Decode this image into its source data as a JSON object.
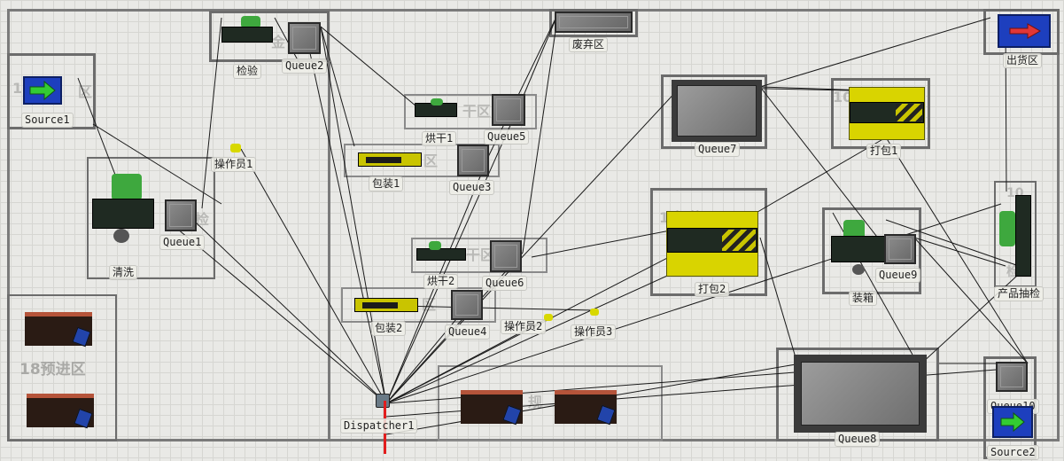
{
  "labels": {
    "source1": "Source1",
    "source2": "Source2",
    "inspect": "检验",
    "queue2": "Queue2",
    "discard": "废弃区",
    "ship": "出货区",
    "wash": "清洗",
    "queue1": "Queue1",
    "operator1": "操作员1",
    "operator2": "操作员2",
    "operator3": "操作员3",
    "dry1": "烘干1",
    "queue5": "Queue5",
    "pack1": "包装1",
    "queue3": "Queue3",
    "dry2": "烘干2",
    "queue6": "Queue6",
    "pack2": "包装2",
    "queue4": "Queue4",
    "queue7": "Queue7",
    "wrap1": "打包1",
    "wrap2": "打包2",
    "assemble": "装箱",
    "queue9": "Queue9",
    "product_check": "产品抽检",
    "queue8": "Queue8",
    "queue10": "Queue10",
    "dispatcher": "Dispatcher1"
  },
  "floor_text": {
    "pre_zone": "18预进区",
    "num_1": "1",
    "zone_char": "区",
    "num_10": "10",
    "num_10b": "10",
    "mark_b": "检",
    "mark_c": "干区",
    "mark_d": "区",
    "mark_e": "干区",
    "mark_f": "区",
    "mark_g": "规",
    "mark_h": "1 打装区",
    "mark_i": "检",
    "mark_j": "金"
  },
  "colors": {
    "link_line": "#1a1a1a",
    "zone_border": "#6c6c6c",
    "source_blue": "#1d3fbe",
    "machine_green": "#3ea83e",
    "machine_yellow": "#c9c400"
  }
}
